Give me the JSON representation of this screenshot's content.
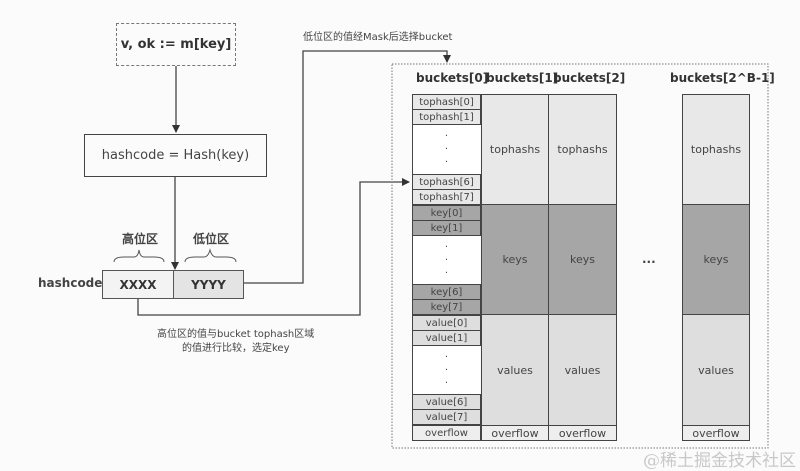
{
  "flow": {
    "lookup_expr": "v, ok := m[key]",
    "hash_expr": "hashcode = Hash(key)",
    "hashcode_label": "hashcode",
    "high_bits_label": "高位区",
    "low_bits_label": "低位区",
    "high_bits_value": "XXXX",
    "low_bits_value": "YYYY",
    "mask_note": "低位区的值经Mask后选择bucket",
    "compare_note_line1": "高位区的值与bucket tophash区域",
    "compare_note_line2": "的值进行比较，选定key"
  },
  "buckets": {
    "ellipsis": "...",
    "headers": [
      "buckets[0]",
      "buckets[1]",
      "buckets[2]",
      "buckets[2^B-1]"
    ],
    "bucket0": {
      "tophash": [
        "tophash[0]",
        "tophash[1]",
        "tophash[6]",
        "tophash[7]"
      ],
      "keys": [
        "key[0]",
        "key[1]",
        "key[6]",
        "key[7]"
      ],
      "values": [
        "value[0]",
        "value[1]",
        "value[6]",
        "value[7]"
      ],
      "gap_dots": ".\n.\n.",
      "overflow": "overflow"
    },
    "collapsed": {
      "tophashs": "tophashs",
      "keys": "keys",
      "values": "values",
      "overflow": "overflow"
    }
  },
  "colors": {
    "tophash_fill": "#e8e8e8",
    "key_fill": "#a6a6a6",
    "value_fill": "#dedede",
    "line": "#444444"
  },
  "watermark": "@稀土掘金技术社区"
}
